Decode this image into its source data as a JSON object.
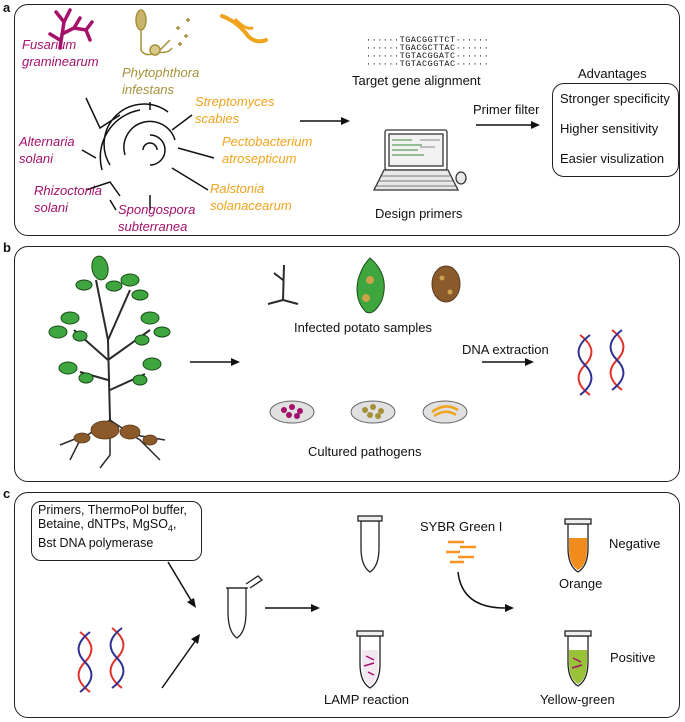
{
  "colors": {
    "fungal": "#a4106a",
    "oomycete": "#a6913a",
    "bacterial": "#f0a31c",
    "orange_tube": "#f08c1c",
    "green_tube": "#9ac238",
    "sybr": "#f7931e",
    "dna_a": "#e0312b",
    "dna_b": "#2e3192"
  },
  "panel_a": {
    "label": "a",
    "species": [
      {
        "line1": "Fusarium",
        "line2": "graminearum"
      },
      {
        "line1": "Phytophthora",
        "line2": "infestans"
      },
      {
        "line1": "Streptomyces",
        "line2": "scabies"
      },
      {
        "line1": "Alternaria",
        "line2": "solani"
      },
      {
        "line1": "Pectobacterium",
        "line2": "atrosepticum"
      },
      {
        "line1": "Rhizoctonia",
        "line2": "solani"
      },
      {
        "line1": "Ralstonia",
        "line2": "solanacearum"
      },
      {
        "line1": "Spongospora",
        "line2": "subterranea"
      }
    ],
    "alignment_seqs": [
      "TGACGGTTCT",
      "TGACGCTTAC",
      "TGTACGGATC",
      "TGTACGGTAC"
    ],
    "alignment_label": "Target gene alignment",
    "design_label": "Design primers",
    "filter_label": "Primer filter",
    "advantages_title": "Advantages",
    "advantages": [
      "Stronger specificity",
      "Higher sensitivity",
      "Easier visulization"
    ]
  },
  "panel_b": {
    "label": "b",
    "samples_label": "Infected potato samples",
    "extraction_label": "DNA extraction",
    "cultured_label": "Cultured pathogens"
  },
  "panel_c": {
    "label": "c",
    "reagents": [
      "Primers, ThermoPol buffer,",
      "Betaine, dNTPs, MgSO",
      "4",
      ",",
      "Bst DNA polymerase"
    ],
    "sybr_label": "SYBR Green I",
    "negative_label": "Negative",
    "orange_label": "Orange",
    "positive_label": "Positive",
    "yellowgreen_label": "Yellow-green",
    "lamp_label": "LAMP reaction"
  }
}
